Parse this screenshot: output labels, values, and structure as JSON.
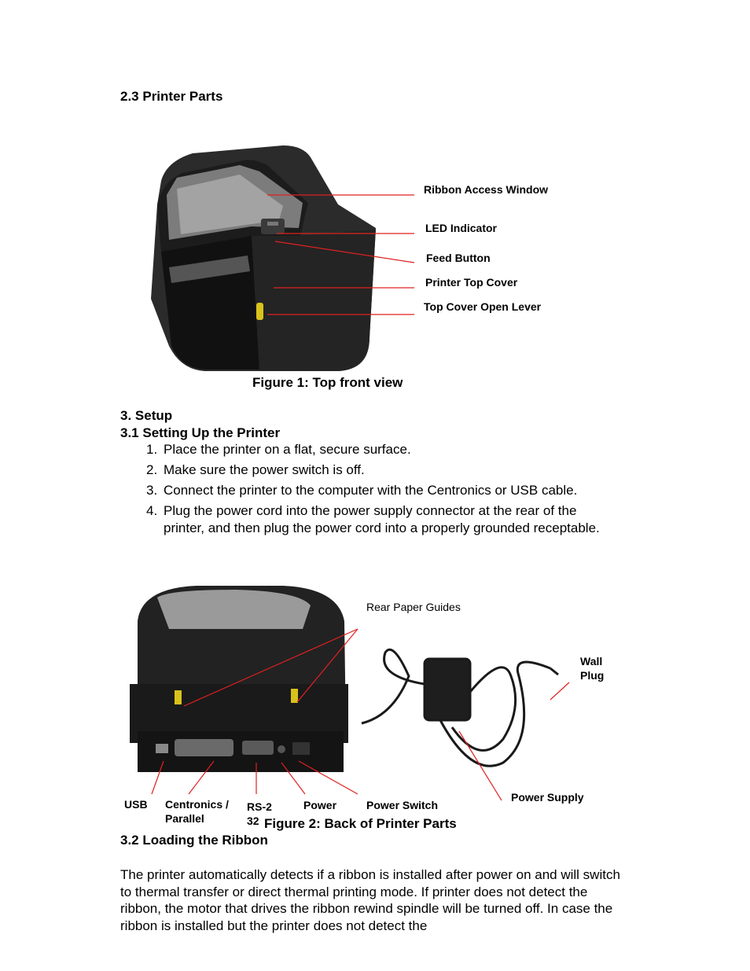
{
  "section_2_3": {
    "heading": "2.3 Printer Parts"
  },
  "figure1": {
    "caption": "Figure 1: Top front view",
    "labels": {
      "ribbon_access_window": "Ribbon Access Window",
      "led_indicator": "LED Indicator",
      "feed_button": "Feed Button",
      "printer_top_cover": "Printer Top Cover",
      "top_cover_open_lever": "Top Cover Open Lever"
    }
  },
  "section_3": {
    "heading": "3. Setup",
    "sub_heading": "3.1 Setting Up the Printer",
    "steps": [
      {
        "num": "1.",
        "text": "Place the printer on a flat, secure surface."
      },
      {
        "num": "2.",
        "text": "Make sure the power switch is off."
      },
      {
        "num": "3.",
        "text": "Connect the printer to the computer with the Centronics or USB cable."
      },
      {
        "num": "4.",
        "text": "Plug the power cord into the power supply connector at the rear of the printer, and then plug the power cord into a properly grounded receptable."
      }
    ]
  },
  "figure2": {
    "caption": "Figure 2: Back of Printer Parts",
    "labels": {
      "rear_paper_guides": "Rear Paper Guides",
      "wall_plug": "Wall Plug",
      "usb": "USB",
      "centronics": "Centronics / Parallel",
      "rs232": "RS-232",
      "power": "Power",
      "power_switch": "Power Switch",
      "power_supply": "Power Supply"
    }
  },
  "section_3_2": {
    "heading": "3.2 Loading the Ribbon",
    "paragraph": "The printer automatically detects if a ribbon is installed after power on and will switch to thermal transfer or direct thermal printing mode. If printer does not detect the ribbon, the motor that drives the ribbon rewind spindle will be turned off. In case the ribbon is installed but the printer does not detect the"
  }
}
